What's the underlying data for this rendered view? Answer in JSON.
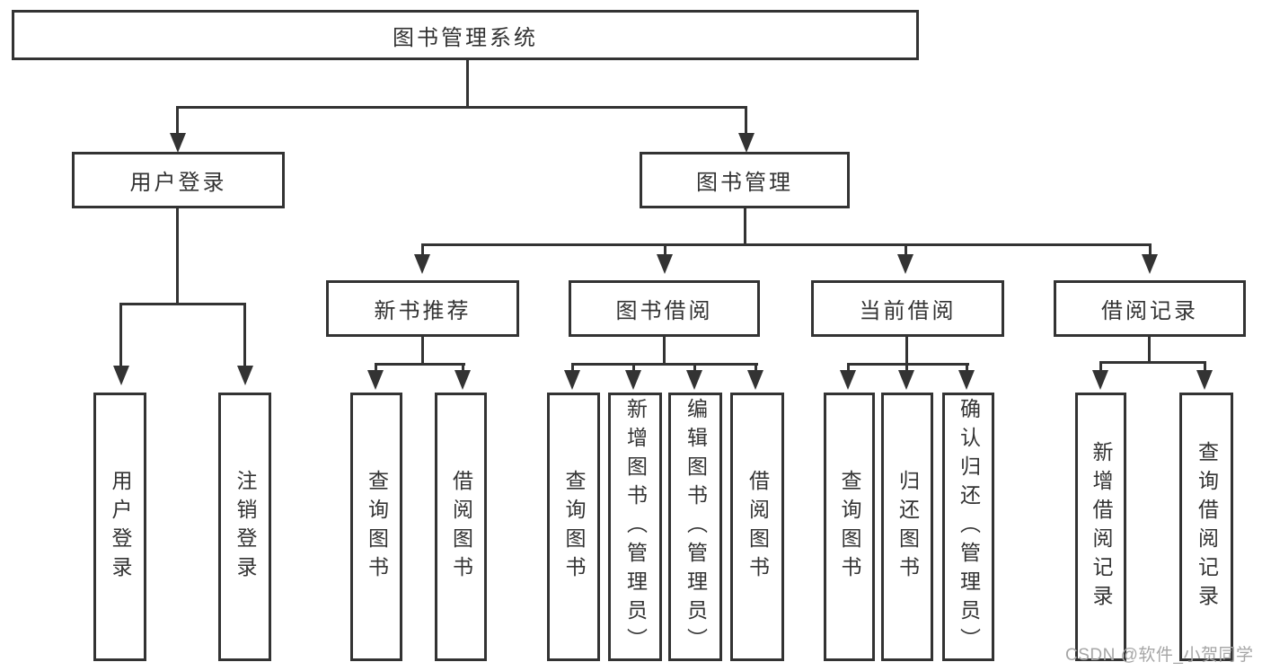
{
  "tree": {
    "root": {
      "label": "图书管理系统"
    },
    "level1": [
      {
        "label": "用户登录"
      },
      {
        "label": "图书管理"
      }
    ],
    "level2": [
      {
        "label": "新书推荐"
      },
      {
        "label": "图书借阅"
      },
      {
        "label": "当前借阅"
      },
      {
        "label": "借阅记录"
      }
    ],
    "leaves_user_login": [
      {
        "label": "用户登录"
      },
      {
        "label": "注销登录"
      }
    ],
    "leaves_new_book": [
      {
        "label": "查询图书"
      },
      {
        "label": "借阅图书"
      }
    ],
    "leaves_book_borrow": [
      {
        "label": "查询图书"
      },
      {
        "label": "新增图书（管理员）"
      },
      {
        "label": "编辑图书（管理员）"
      },
      {
        "label": "借阅图书"
      }
    ],
    "leaves_current_borrow": [
      {
        "label": "查询图书"
      },
      {
        "label": "归还图书"
      },
      {
        "label": "确认归还（管理员）"
      }
    ],
    "leaves_borrow_record": [
      {
        "label": "新增借阅记录"
      },
      {
        "label": "查询借阅记录"
      }
    ]
  },
  "watermark": {
    "text": "CSDN @软件_小贺同学"
  },
  "colors": {
    "line": "#333333",
    "text": "#333333",
    "watermark": "#a6a6a6",
    "background": "#ffffff"
  }
}
